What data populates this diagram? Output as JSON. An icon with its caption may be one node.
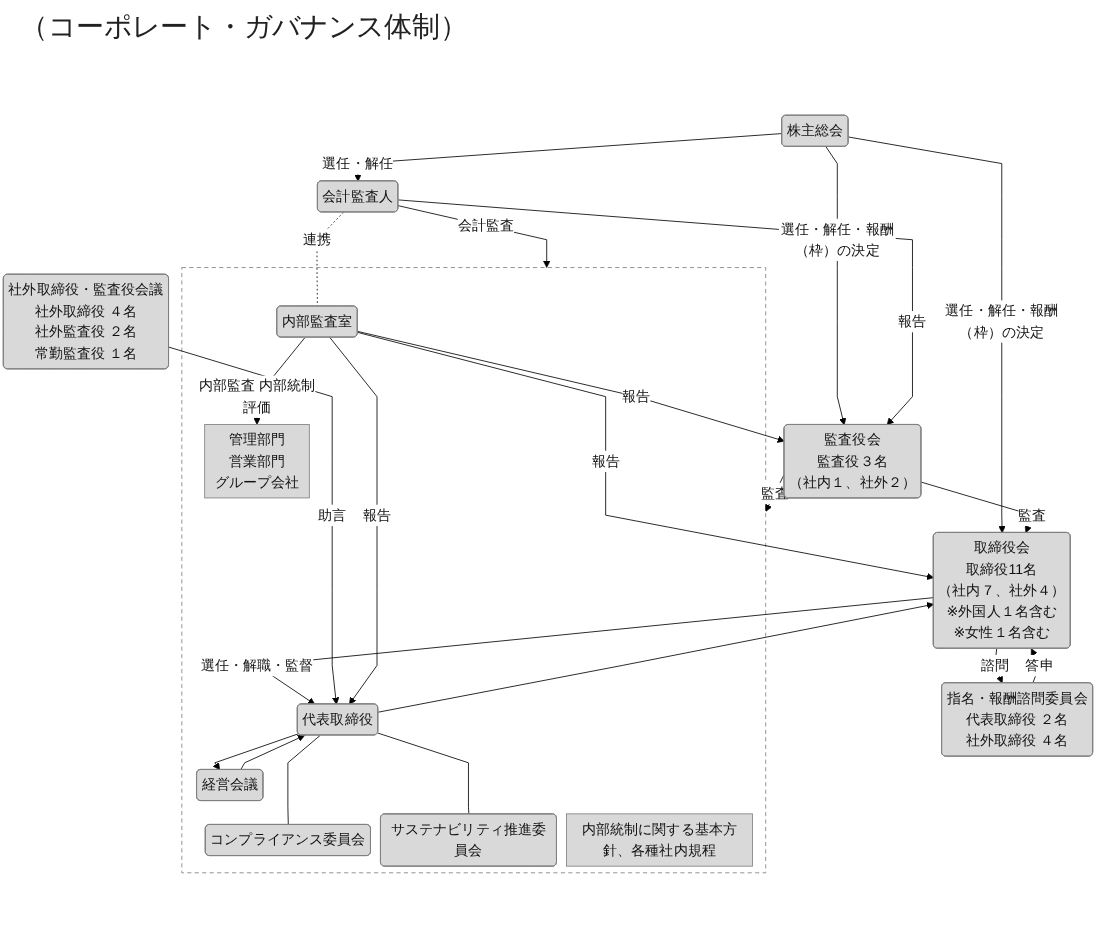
{
  "diagram": {
    "title": "（コーポレート・ガバナンス体制）",
    "nodes": [
      {
        "text": [
          "株主総会"
        ]
      },
      {
        "text": [
          "会計監査人"
        ]
      },
      {
        "text": [
          "監査役会",
          "監査役３名",
          "（社内１、社外２）"
        ]
      },
      {
        "text": [
          "取締役会",
          "取締役11名",
          "（社内７、社外４）",
          "※外国人１名含む",
          "※女性１名含む"
        ]
      },
      {
        "text": [
          "指名・報酬諮問委員会",
          "代表取締役 ２名",
          "社外取締役 ４名"
        ]
      },
      {
        "text": [
          "社外取締役・監査役会議",
          "社外取締役 ４名",
          "社外監査役 ２名",
          "常勤監査役 １名"
        ]
      },
      {
        "text": [],
        "shape": "box"
      },
      {
        "text": [
          "代表取締役"
        ],
        "in": 6
      },
      {
        "text": [
          "コンプライアンス委員会"
        ],
        "in": 6
      },
      {
        "text": [
          "サステナビリティ推進委員会"
        ],
        "in": 6
      },
      {
        "text": [
          "内部監査室"
        ],
        "in": 6
      },
      {
        "text": [
          "経営会議"
        ],
        "in": 6
      },
      {
        "text": [
          "管理部門",
          "営業部門",
          "グループ会社"
        ],
        "in": 6
      },
      {
        "text": [
          "内部統制に関する基本方針、各種社内規程"
        ],
        "in": 6
      }
    ],
    "edges": [
      {
        "from": 0,
        "to": 1,
        "arrow": "to",
        "label": "選任・解任"
      },
      {
        "from": 0,
        "to": 2,
        "arrow": "to",
        "label": "選任・解任・報酬（枠）の決定"
      },
      {
        "from": 0,
        "to": 3,
        "arrow": "to",
        "label": "選任・解任・報酬（枠）の決定"
      },
      {
        "from": 1,
        "to": 2,
        "arrow": "to",
        "label": "報告"
      },
      {
        "from": 2,
        "to": 3,
        "arrow": "to",
        "label": "監査"
      },
      {
        "from": 3,
        "to": 4,
        "arrow": "to",
        "label": "諮問"
      },
      {
        "from": 4,
        "to": 3,
        "arrow": "to",
        "label": "答申"
      },
      {
        "from": 1,
        "to": 6,
        "arrow": "to",
        "label": "会計監査"
      },
      {
        "from": 1,
        "to": 10,
        "arrow": "none",
        "label": "連携",
        "style": "dashed"
      },
      {
        "from": 10,
        "to": 2,
        "arrow": "to",
        "label": "報告"
      },
      {
        "from": 2,
        "to": 6,
        "arrow": "to",
        "label": "監査"
      },
      {
        "from": 10,
        "to": 3,
        "arrow": "to",
        "label": "報告"
      },
      {
        "from": 3,
        "to": 7,
        "arrow": "to",
        "label": "選任・解職・監督"
      },
      {
        "from": 7,
        "to": 3,
        "arrow": "to"
      },
      {
        "from": 5,
        "to": 7,
        "arrow": "to",
        "label": "助言"
      },
      {
        "from": 10,
        "to": 7,
        "arrow": "to",
        "label": "報告"
      },
      {
        "from": 7,
        "to": 8,
        "arrow": "none"
      },
      {
        "from": 7,
        "to": 9,
        "arrow": "none"
      },
      {
        "from": 7,
        "to": 11,
        "arrow": "to"
      },
      {
        "from": 11,
        "to": 7,
        "arrow": "to"
      },
      {
        "from": 10,
        "to": 12,
        "arrow": "to",
        "label": "内部監査 内部統制評価"
      }
    ]
  }
}
